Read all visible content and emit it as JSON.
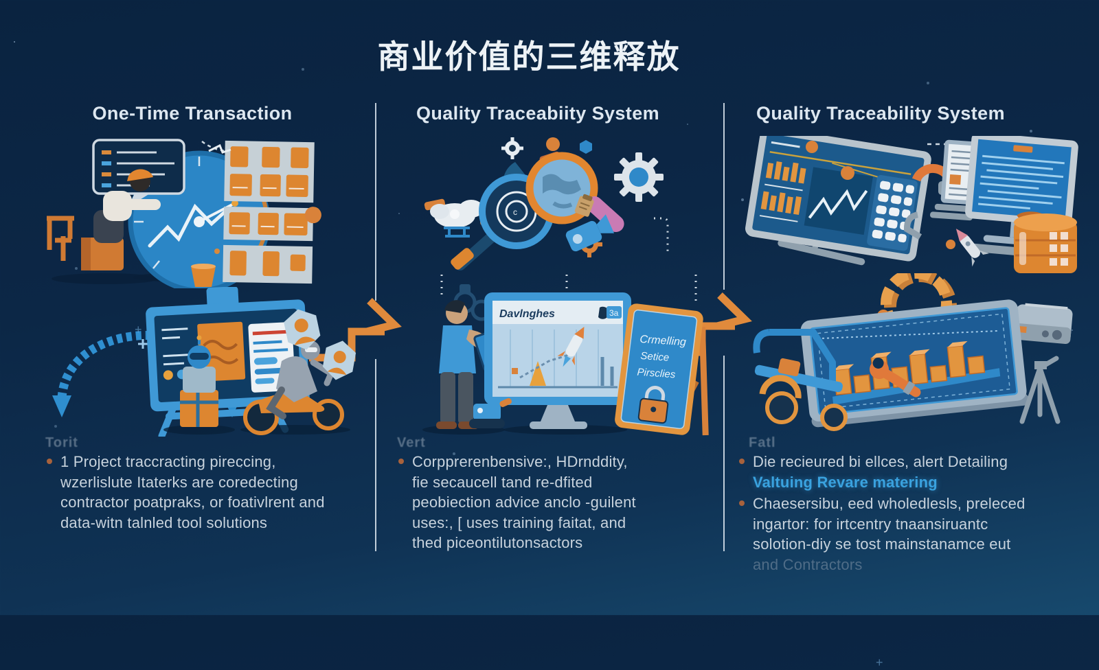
{
  "title": "商业价值的三维释放",
  "colors": {
    "background": "#0D2A47",
    "accent_orange": "#E08A3C",
    "accent_blue": "#3F99D6",
    "text_primary": "#C9D4DF",
    "header_text": "#DCE6EF",
    "highlight_blue": "#3AA2DF",
    "watermark": "#8C9AAB"
  },
  "columns": [
    {
      "header": "One-Time Transaction",
      "watermark": "Torit",
      "bullets": [
        {
          "lines": [
            "1 Project traccracting pireccing,",
            "wzerlislute Itaterks are coredecting",
            "contractor poatpraks, or foativlrent and",
            "data-witn talnled tool solutions"
          ]
        }
      ]
    },
    {
      "header": "Quality Traceabiity System",
      "watermark": "Vert",
      "monitor_title": "Davlnghes",
      "monitor_badge": "3a",
      "sign_lines": [
        "Crmelling",
        "Setice",
        "Pirsclies"
      ],
      "bullets": [
        {
          "lines": [
            "Corpprerenbensive:, HDrnddity,",
            "fie secaucell tand re-dfited",
            "peobiection advice anclo -guilent",
            "uses:, [ uses training faitat, and",
            "thed piceontilutonsactors"
          ]
        }
      ]
    },
    {
      "header": "Quality Traceability System",
      "watermark": "Fatl",
      "bullets": [
        {
          "lines": [
            "Die recieured bi ellces, alert Detailing"
          ],
          "highlight": "Valtuing Revare matering"
        },
        {
          "lines": [
            "Chaesersibu, eed wholedlesls, preleced",
            "ingartor: for irtcentry tnaansiruantc",
            "solotion-diy se tost mainstanamce eut"
          ],
          "faded_line": "and Contractors"
        }
      ]
    }
  ]
}
